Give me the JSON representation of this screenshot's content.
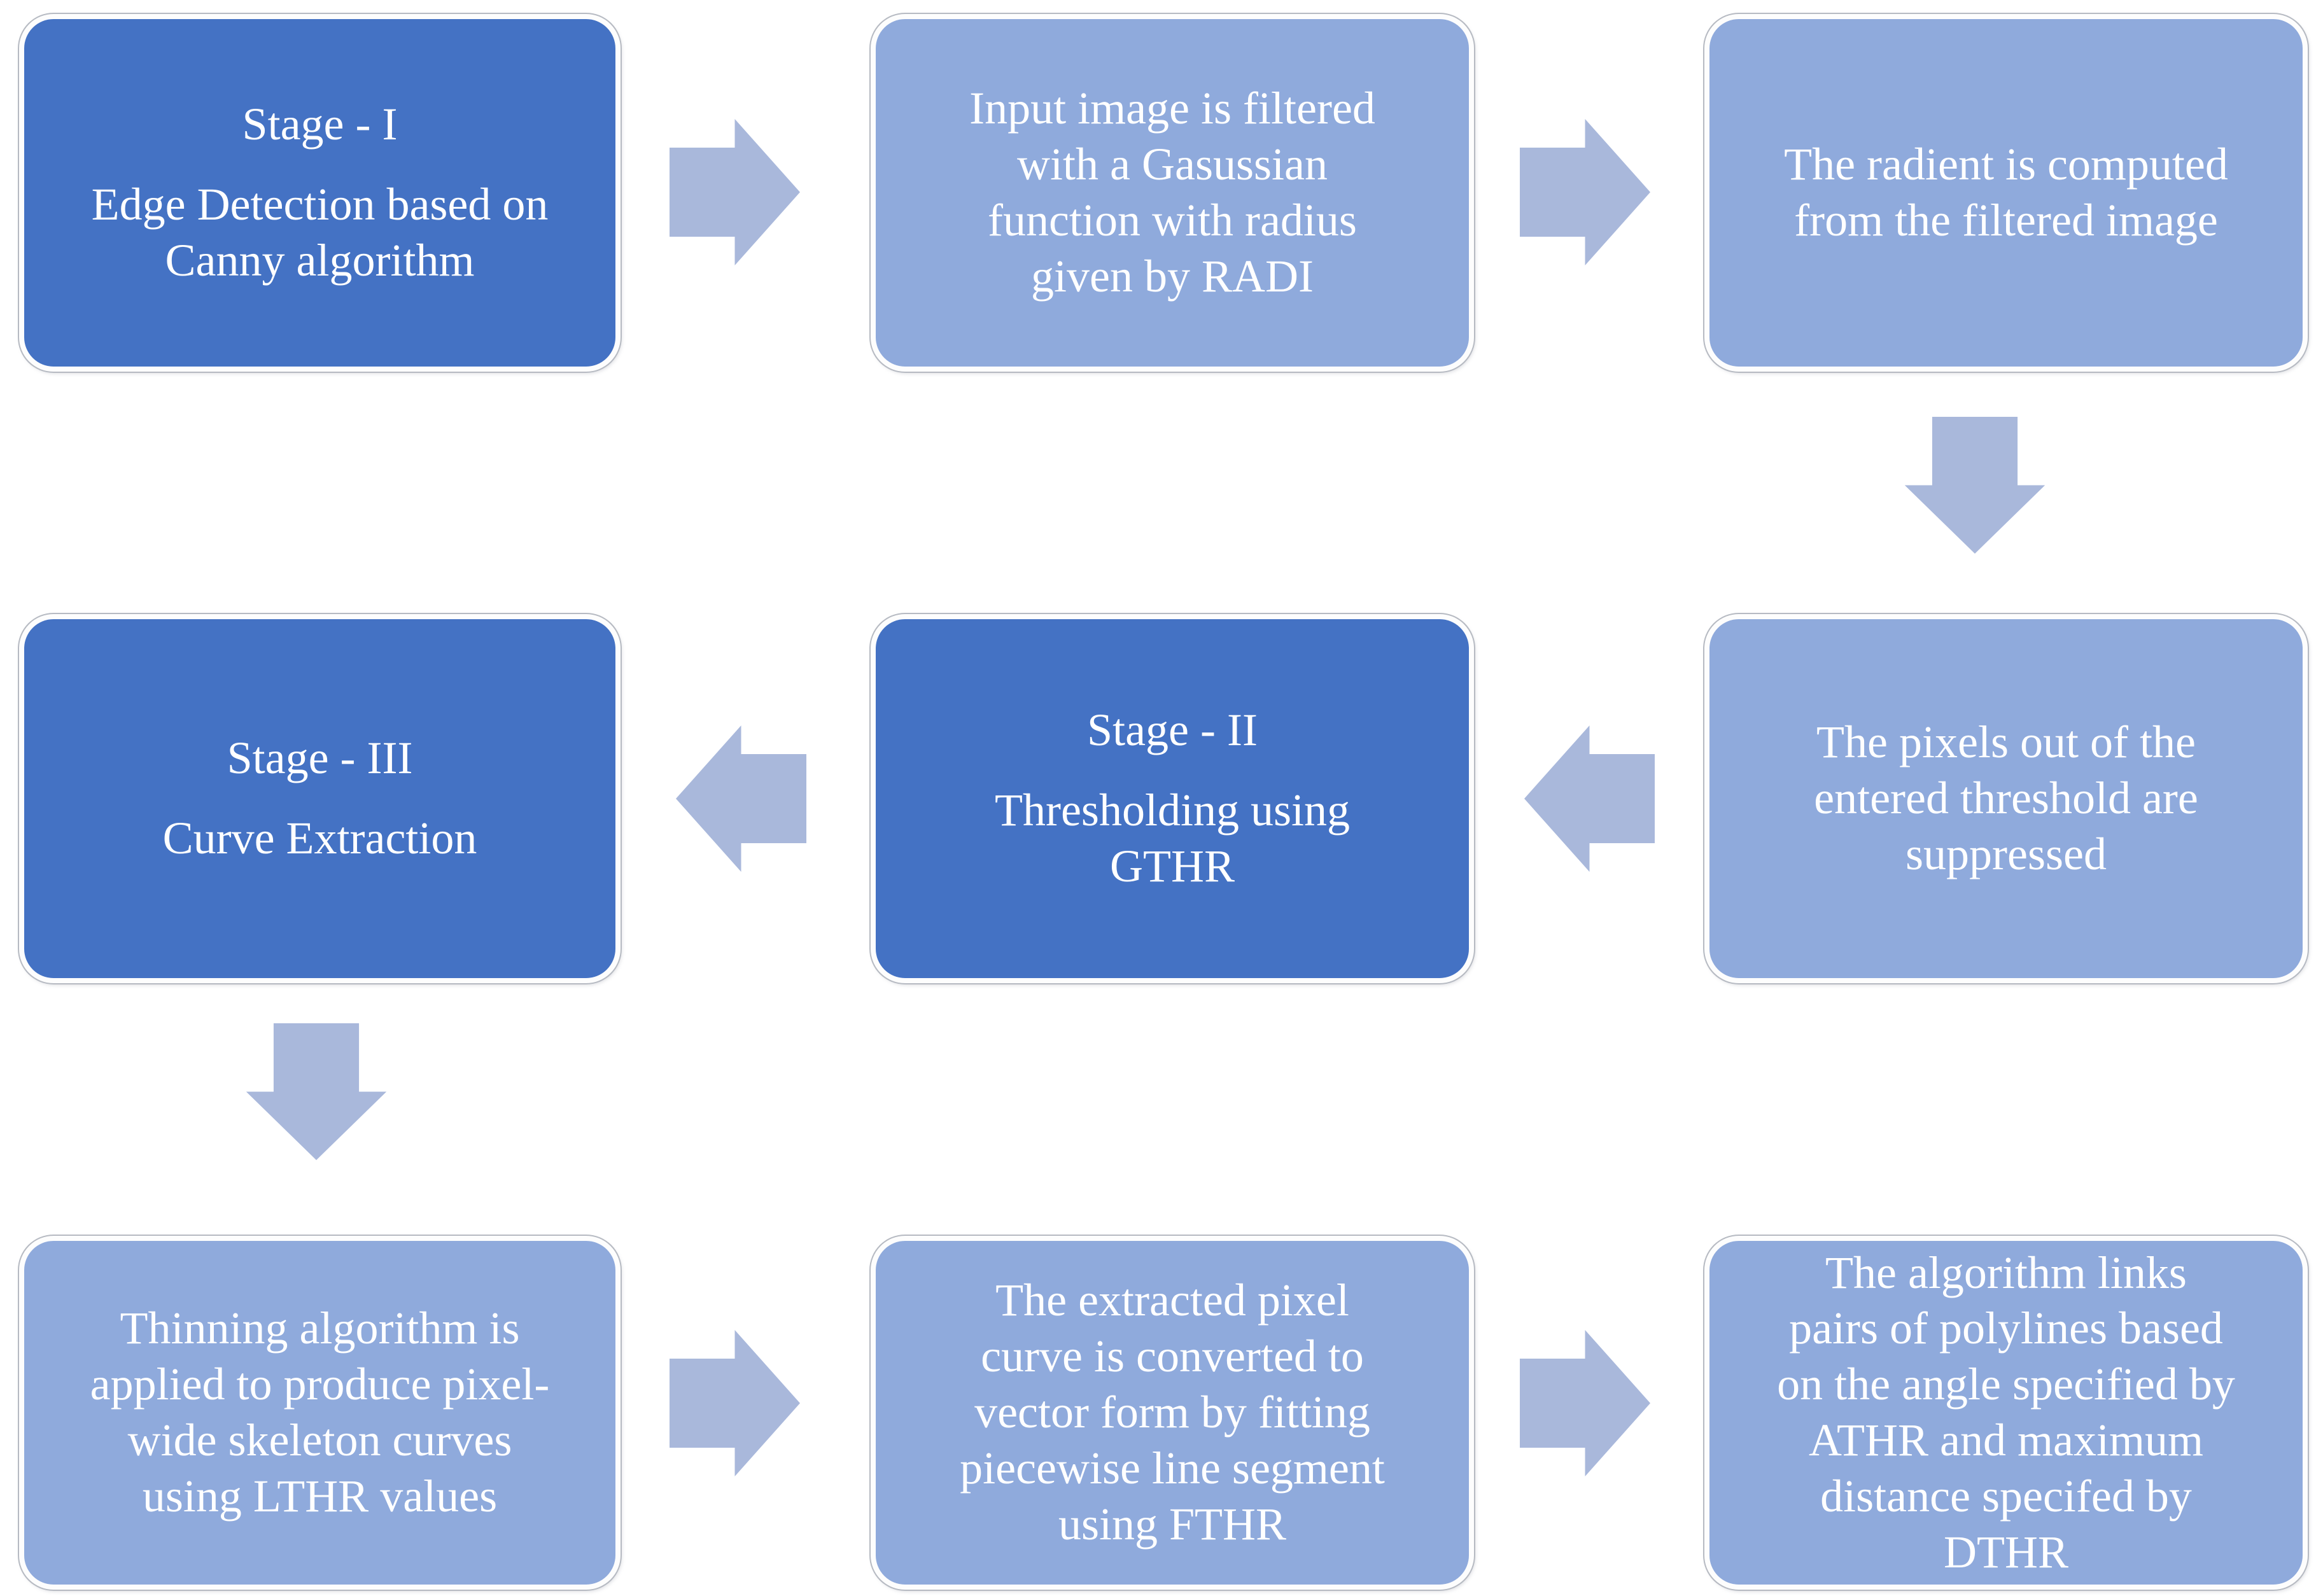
{
  "colors": {
    "dark": "#4472c4",
    "light": "#8faadc",
    "arrow": "#a9b8db",
    "text": "#ffffff"
  },
  "boxes": [
    {
      "title": "Stage - I",
      "lines": [
        "Edge Detection based on",
        "Canny algorithm"
      ],
      "variant": "dark"
    },
    {
      "lines": [
        "Input image is filtered",
        "with a Gasussian",
        "function with radius",
        "given by RADI"
      ],
      "variant": "light"
    },
    {
      "lines": [
        "The radient is computed",
        "from the filtered image"
      ],
      "variant": "light"
    },
    {
      "lines": [
        "The pixels out of the",
        "entered threshold are",
        "suppressed"
      ],
      "variant": "light"
    },
    {
      "title": "Stage - II",
      "lines": [
        "Thresholding using",
        "GTHR"
      ],
      "variant": "dark"
    },
    {
      "title": "Stage - III",
      "lines": [
        "Curve Extraction"
      ],
      "variant": "dark"
    },
    {
      "lines": [
        "Thinning algorithm is",
        "applied to produce pixel-",
        "wide skeleton curves",
        "using LTHR values"
      ],
      "variant": "light"
    },
    {
      "lines": [
        "The extracted pixel",
        "curve is converted to",
        "vector form by fitting",
        "piecewise line segment",
        "using FTHR"
      ],
      "variant": "light"
    },
    {
      "lines": [
        "The algorithm links",
        "pairs of polylines based",
        "on the angle specified by",
        "ATHR and maximum",
        "distance specifed by",
        "DTHR"
      ],
      "variant": "light"
    }
  ],
  "arrows": [
    {
      "icon": "arrow-right-icon"
    },
    {
      "icon": "arrow-right-icon"
    },
    {
      "icon": "arrow-down-icon"
    },
    {
      "icon": "arrow-left-icon"
    },
    {
      "icon": "arrow-left-icon"
    },
    {
      "icon": "arrow-down-icon"
    },
    {
      "icon": "arrow-right-icon"
    },
    {
      "icon": "arrow-right-icon"
    }
  ]
}
